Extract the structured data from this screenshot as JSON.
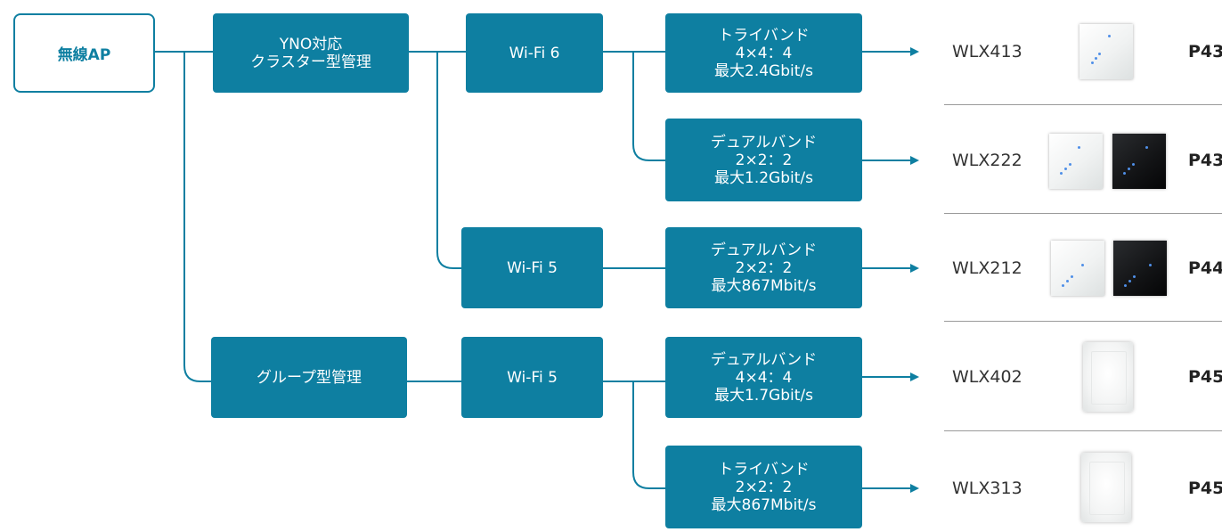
{
  "colors": {
    "accent": "#0e7fa1",
    "separator": "#9a9a9a"
  },
  "root": {
    "label": "無線AP"
  },
  "management": [
    {
      "label": "YNO対応\nクラスター型管理"
    },
    {
      "label": "グループ型管理"
    }
  ],
  "standards": [
    {
      "label": "Wi-Fi 6"
    },
    {
      "label": "Wi-Fi 5"
    },
    {
      "label": "Wi-Fi 5"
    }
  ],
  "bands": [
    {
      "label": "トライバンド\n4×4：4\n最大2.4Gbit/s"
    },
    {
      "label": "デュアルバンド\n2×2：2\n最大1.2Gbit/s"
    },
    {
      "label": "デュアルバンド\n2×2：2\n最大867Mbit/s"
    },
    {
      "label": "デュアルバンド\n4×4：4\n最大1.7Gbit/s"
    },
    {
      "label": "トライバンド\n2×2：2\n最大867Mbit/s"
    }
  ],
  "products": [
    {
      "model": "WLX413",
      "page": "P43",
      "images": [
        "white-square-ap"
      ]
    },
    {
      "model": "WLX222",
      "page": "P43",
      "images": [
        "white-square-ap",
        "black-square-ap"
      ]
    },
    {
      "model": "WLX212",
      "page": "P44",
      "images": [
        "white-square-ap",
        "black-square-ap"
      ]
    },
    {
      "model": "WLX402",
      "page": "P45",
      "images": [
        "white-ceiling-ap"
      ]
    },
    {
      "model": "WLX313",
      "page": "P45",
      "images": [
        "white-ceiling-ap"
      ]
    }
  ]
}
